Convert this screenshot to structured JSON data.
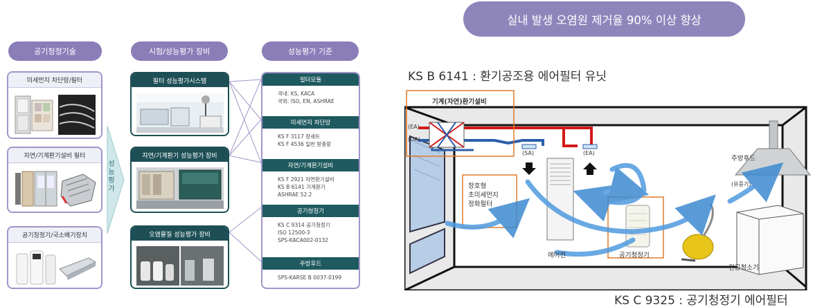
{
  "left": {
    "col_headers": [
      "공기청정기술",
      "시험/성능평가 장비",
      "성능평가 기준"
    ],
    "tech": [
      {
        "title": "미세먼지 차단망/필터"
      },
      {
        "title": "자연/기계환기설비 필터"
      },
      {
        "title": "공기청정기/국소배기장치"
      }
    ],
    "vertical_label": [
      "성",
      "능",
      "평",
      "가"
    ],
    "equipment": [
      {
        "title": "필터 성능평가시스템"
      },
      {
        "title": "자연/기계환기 성능평가 장비"
      },
      {
        "title": "오염물질 성능평가 장비"
      }
    ],
    "standards": [
      {
        "title": "필터모듈",
        "lines": [
          "국내: KS, KACA",
          "국외: ISO, EN, ASHRAE"
        ]
      },
      {
        "title": "미세먼지 차단망",
        "lines": [
          "KS F 3117 창세트",
          "KS F 4536 일반 방충망"
        ]
      },
      {
        "title": "자연/기계환기설비",
        "lines": [
          "KS F 2921 자연환기설비",
          "KS B 6141 기계환기",
          "ASHRAE 52.2"
        ]
      },
      {
        "title": "공기청정기",
        "lines": [
          "KS C 9314 공기청정기",
          "ISO 12500-3",
          "SPS-KACA002-0132"
        ]
      },
      {
        "title": "주방후드",
        "lines": [
          "SPS-KARSE B 0037-0199"
        ]
      }
    ]
  },
  "right": {
    "pill": "실내 발생 오염원 제거율 90% 이상 향상",
    "ks_top": "KS B 6141 : 환기공조용 에어필터 유닛",
    "ks_bottom": "KS C 9325 : 공기청정기 에어필터",
    "labels": {
      "ventilation": "기계(자연)환기설비",
      "ea_left": "(EA)",
      "oa_left": "(OA)",
      "sa": "(SA)",
      "ea_right": "(EA)",
      "hood": "주방후드",
      "hood_sub": "(유증기)",
      "window_filter": [
        "창호형",
        "초미세먼지",
        "정화필터"
      ],
      "aircon": "에어컨",
      "purifier": "공기청정기",
      "vacuum": "진공청소기"
    }
  }
}
